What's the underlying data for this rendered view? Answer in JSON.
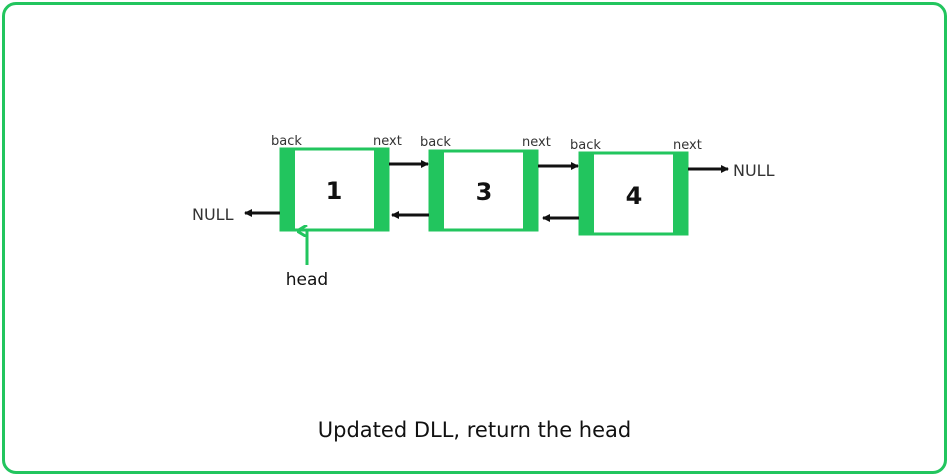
{
  "colors": {
    "accent": "#22c55e",
    "arrow": "#111111"
  },
  "nodes": [
    {
      "value": "1",
      "back_label": "back",
      "next_label": "next"
    },
    {
      "value": "3",
      "back_label": "back",
      "next_label": "next"
    },
    {
      "value": "4",
      "back_label": "back",
      "next_label": "next"
    }
  ],
  "null_left": "NULL",
  "null_right": "NULL",
  "head_label": "head",
  "caption": "Updated DLL, return the head"
}
